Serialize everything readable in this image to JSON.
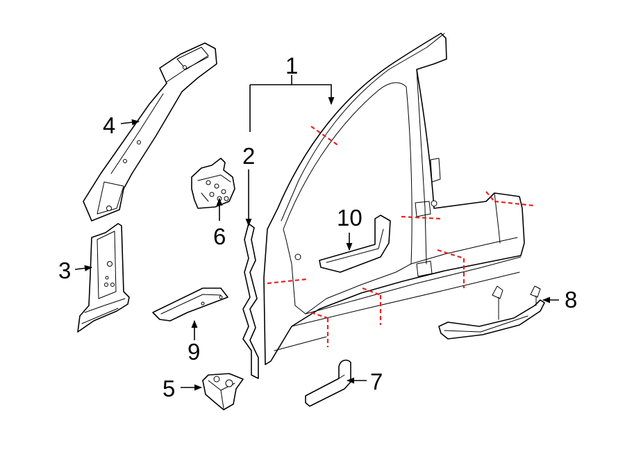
{
  "callouts": {
    "c1": "1",
    "c2": "2",
    "c3": "3",
    "c4": "4",
    "c5": "5",
    "c6": "6",
    "c7": "7",
    "c8": "8",
    "c9": "9",
    "c10": "10"
  },
  "colors": {
    "line": "#000000",
    "cut_line": "#e8211f",
    "background": "#ffffff"
  }
}
